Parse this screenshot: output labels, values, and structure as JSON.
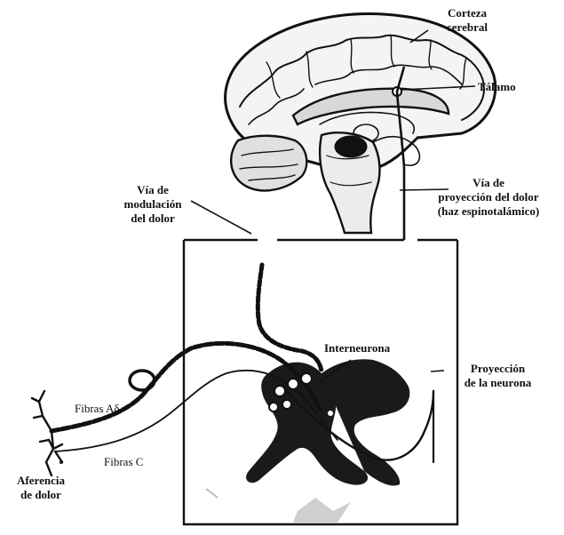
{
  "labels": {
    "corteza_cerebral": [
      "Corteza",
      "cerebral"
    ],
    "talamo": "Tálamo",
    "via_modulacion": [
      "Vía de",
      "modulación",
      "del dolor"
    ],
    "via_proyeccion": [
      "Vía de",
      "proyección del dolor",
      "(haz espinotalámico)"
    ],
    "interneurona": "Interneurona",
    "proyeccion_neurona": [
      "Proyección",
      "de la neurona"
    ],
    "fibras_ad": "Fibras Aδ",
    "fibras_c": "Fibras C",
    "aferencia_dolor": [
      "Aferencia",
      "de dolor"
    ]
  },
  "colors": {
    "ink": "#111111",
    "grey_matter": "#1a1a1a",
    "background": "#ffffff"
  }
}
